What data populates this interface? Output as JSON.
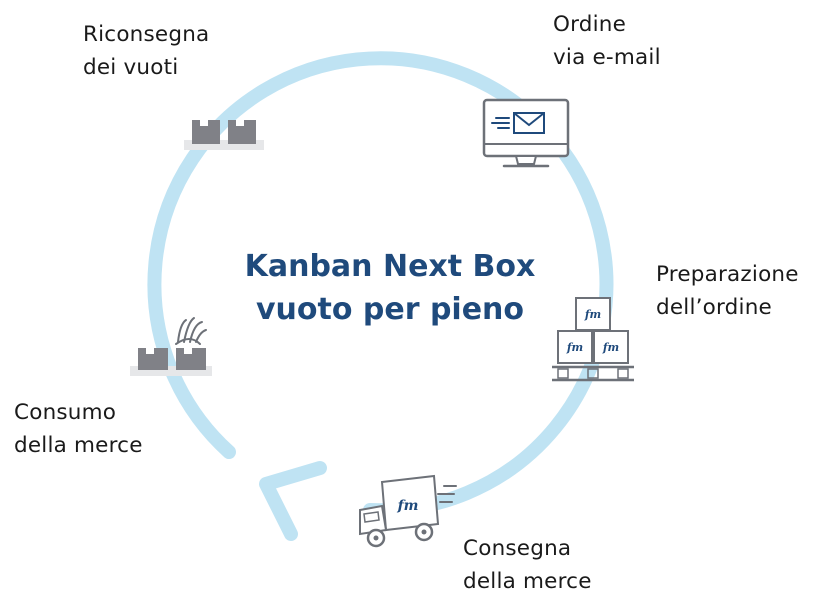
{
  "diagram": {
    "title_line1": "Kanban Next Box",
    "title_line2": "vuoto per pieno",
    "colors": {
      "cycle_ring": "#bfe3f3",
      "title": "#1f4a7c",
      "icon_stroke": "#6d7178",
      "box_fill": "#808187",
      "brand": "#1f4a7c"
    },
    "steps": [
      {
        "line1": "Ordine",
        "line2": "via e-mail",
        "icon": "computer-email-icon"
      },
      {
        "line1": "Preparazione",
        "line2": "dell’ordine",
        "icon": "pallet-boxes-icon"
      },
      {
        "line1": "Consegna",
        "line2": "della merce",
        "icon": "delivery-truck-icon"
      },
      {
        "line1": "Consumo",
        "line2": "della merce",
        "icon": "hand-boxes-icon"
      },
      {
        "line1": "Riconsegna",
        "line2": "dei vuoti",
        "icon": "empty-boxes-icon"
      }
    ],
    "brand_mark": "fm"
  }
}
